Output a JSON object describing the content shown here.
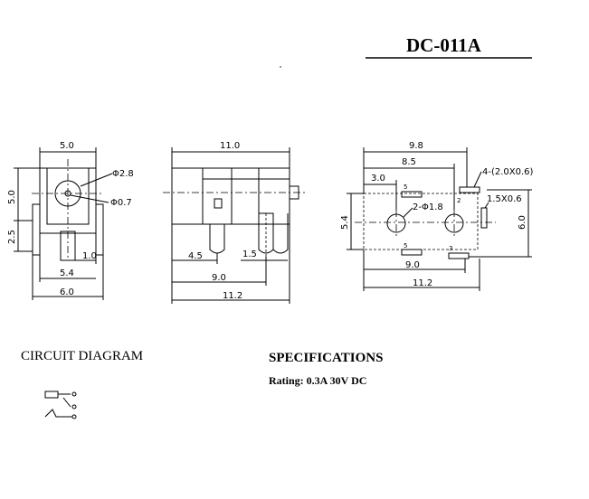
{
  "title": "DC-011A",
  "front_view": {
    "dim_top": "5.0",
    "dim_phi_outer": "Φ2.8",
    "dim_phi_inner": "Φ0.7",
    "dim_left_upper": "5.0",
    "dim_left_lower": "2.5",
    "dim_pin": "1.0",
    "dim_inner_width": "5.4",
    "dim_bottom": "6.0"
  },
  "side_view": {
    "dim_top": "11.0",
    "dim_a": "4.5",
    "dim_b": "1.5",
    "dim_c": "9.0",
    "dim_bottom": "11.2"
  },
  "pcb_view": {
    "dim_top1": "9.8",
    "dim_top2": "8.5",
    "dim_top3": "3.0",
    "dim_slot": "4-(2.0X0.6)",
    "dim_holes": "2-Φ1.8",
    "dim_pad": "1.5X0.6",
    "dim_left": "5.4",
    "dim_right": "6.0",
    "dim_inner_bottom": "9.0",
    "dim_bottom": "11.2",
    "pin_labels": [
      "5",
      "2",
      "5",
      "3"
    ]
  },
  "circuit": {
    "heading": "CIRCUIT DIAGRAM"
  },
  "specs": {
    "heading": "SPECIFICATIONS",
    "rating": "Rating: 0.3A 30V DC"
  }
}
